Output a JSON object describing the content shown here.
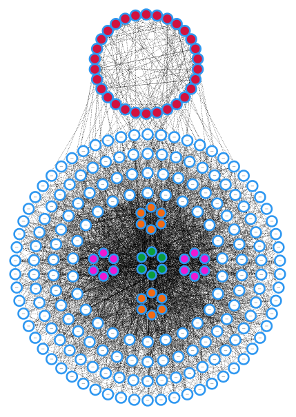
{
  "colors": {
    "background": "#ffffff",
    "edge": "#000000",
    "ring_stroke": "#2e97f0",
    "ring_fill": "#ffffff",
    "top_fill": "#d2123f",
    "orange": "#f26a12",
    "green": "#0c9c3a",
    "magenta": "#ee18d2"
  },
  "graph": {
    "clusters": [
      {
        "name": "top-ring-cluster",
        "fill_key": "top_fill",
        "count": 30
      },
      {
        "name": "outer-ring-1",
        "fill_key": "ring_fill",
        "count": 62
      },
      {
        "name": "outer-ring-2",
        "fill_key": "ring_fill",
        "count": 50
      },
      {
        "name": "outer-ring-3",
        "fill_key": "ring_fill",
        "count": 38
      },
      {
        "name": "outer-ring-4",
        "fill_key": "ring_fill",
        "count": 26
      },
      {
        "name": "center-cluster-top",
        "fill_key": "orange",
        "count": 6
      },
      {
        "name": "center-cluster-left",
        "fill_key": "magenta",
        "count": 6
      },
      {
        "name": "center-cluster-middle",
        "fill_key": "green",
        "count": 6
      },
      {
        "name": "center-cluster-right",
        "fill_key": "magenta",
        "count": 6
      },
      {
        "name": "center-cluster-bottom",
        "fill_key": "orange",
        "count": 6
      }
    ]
  }
}
